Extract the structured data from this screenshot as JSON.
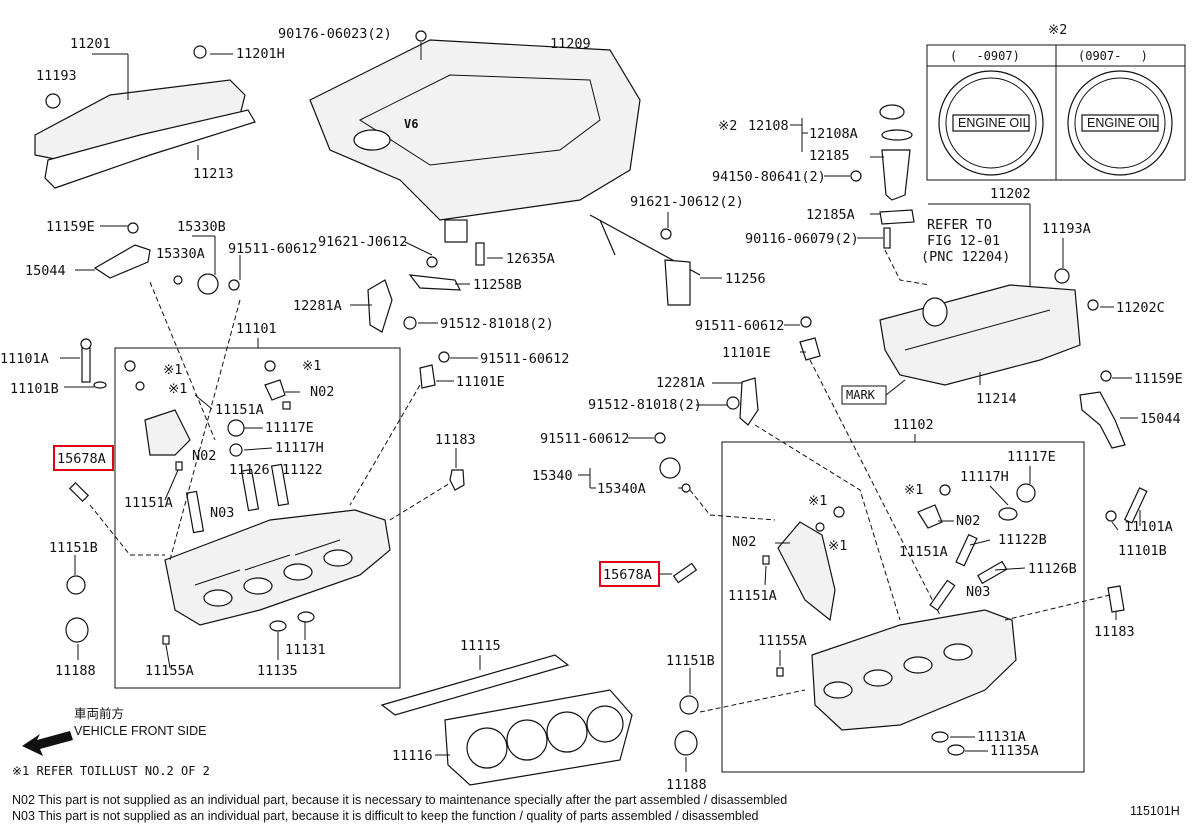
{
  "labels": {
    "p11201": "11201",
    "p11201H": "11201H",
    "p11193": "11193",
    "p11213": "11213",
    "p90176": "90176-06023(2)",
    "p11209": "11209",
    "p11159E_l": "11159E",
    "p15330B": "15330B",
    "p15044_l": "15044",
    "p15330A": "15330A",
    "p91511_60612_a": "91511-60612",
    "p91621_a": "91621-J0612",
    "p12635A": "12635A",
    "p11258B": "11258B",
    "p91621_b": "91621-J0612(2)",
    "p11256": "11256",
    "p12281A_l": "12281A",
    "p91512_a": "91512-81018(2)",
    "p11101": "11101",
    "p11101A_l": "11101A",
    "p11101B_l": "11101B",
    "p91511_60612_b": "91511-60612",
    "p11101E_l": "11101E",
    "p15678A_l": "15678A",
    "p11151A_1": "11151A",
    "p11117E_l": "11117E",
    "p11117H_l": "11117H",
    "p11126": "11126",
    "p11122": "11122",
    "p11151A_2": "11151A",
    "p11183_l": "11183",
    "p11151B_l": "11151B",
    "p11188_l": "11188",
    "p11155A_l": "11155A",
    "p11135": "11135",
    "p11131": "11131",
    "p11115": "11115",
    "p11116": "11116",
    "p12108": "12108",
    "p12108A": "12108A",
    "p12185": "12185",
    "p94150": "94150-80641(2)",
    "p12185A": "12185A",
    "p90116": "90116-06079(2)",
    "p11202": "11202",
    "refer1": "REFER TO",
    "refer2": "FIG 12-01",
    "refer3": "(PNC 12204)",
    "p11193A": "11193A",
    "p11202C": "11202C",
    "p91511_60612_c": "91511-60612",
    "p11101E_r": "11101E",
    "p12281A_r": "12281A",
    "p91512_b": "91512-81018(2)",
    "p91511_60612_d": "91511-60612",
    "p15340": "15340",
    "p15340A": "15340A",
    "mark": "MARK",
    "p11214": "11214",
    "p11159E_r": "11159E",
    "p15044_r": "15044",
    "p11102": "11102",
    "p11117E_r": "11117E",
    "p11117H_r": "11117H",
    "p11151A_r1": "11151A",
    "p11122B": "11122B",
    "p11126B": "11126B",
    "p11151A_r2": "11151A",
    "p15678A_r": "15678A",
    "p11155A_r": "11155A",
    "p11151B_r": "11151B",
    "p11188_r": "11188",
    "p11131A": "11131A",
    "p11135A": "11135A",
    "p11101A_r": "11101A",
    "p11101B_r": "11101B",
    "p11183_r": "11183",
    "n02": "N02",
    "n03": "N03",
    "x1": "※1",
    "x2": "※2"
  },
  "inset": {
    "note_mark": "※2",
    "col1": "(　 -0907)",
    "col2": "(0907-　 )",
    "cap_text": "ENGINE OIL"
  },
  "direction": {
    "jp": "車両前方",
    "en": "VEHICLE FRONT SIDE"
  },
  "footnotes": {
    "x1": "※1 REFER TOILLUST NO.2 OF 2",
    "n02": "N02  This part is not supplied as an individual part, because it is necessary to maintenance specially after the part assembled / disassembled",
    "n03": "N03  This part is not supplied as an individual part, because it is difficult to keep the function / quality of parts  assembled / disassembled"
  },
  "figure_id": "115101H",
  "engine_badge": "V6",
  "colors": {
    "highlight": "#e0001a",
    "ink": "#111111"
  }
}
